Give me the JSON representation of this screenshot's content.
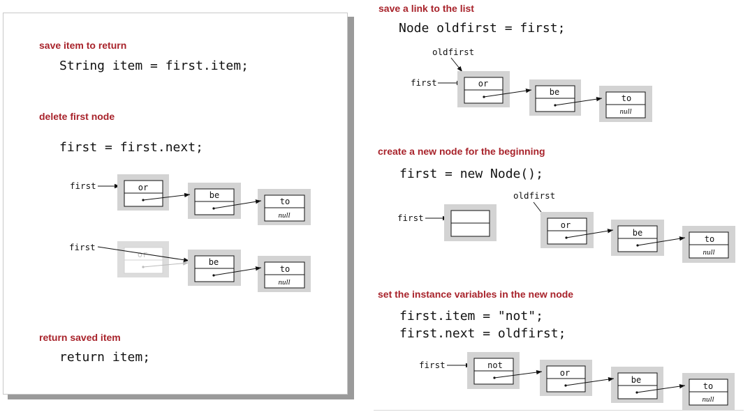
{
  "left": {
    "save_header": "save item to return",
    "save_code": "String item = first.item;",
    "delete_header": "delete first node",
    "delete_code": "first = first.next;",
    "return_header": "return saved item",
    "return_code": "return item;"
  },
  "right": {
    "link_header": "save a link to the list",
    "link_code": "Node oldfirst = first;",
    "create_header": "create a new node for the beginning",
    "create_code": "first = new Node();",
    "set_header": "set the instance variables in the new node",
    "set_code_1": "first.item = \"not\";",
    "set_code_2": "first.next = oldfirst;"
  },
  "labels": {
    "first": "first",
    "oldfirst": "oldfirst"
  },
  "items": {
    "or": "or",
    "be": "be",
    "to": "to",
    "not": "not",
    "null": "null"
  },
  "colors": {
    "header": "#a8232b",
    "node_halo": "#d3d3d3",
    "faded": "#c4c4c4"
  }
}
